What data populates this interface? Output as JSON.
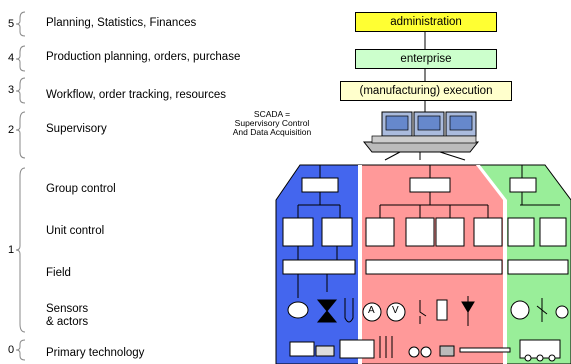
{
  "levels": [
    {
      "num": "5",
      "label": "Planning, Statistics, Finances"
    },
    {
      "num": "4",
      "label": "Production planning, orders, purchase"
    },
    {
      "num": "3",
      "label": "Workflow, order tracking, resources"
    },
    {
      "num": "2",
      "label": "Supervisory"
    },
    {
      "num": "1",
      "label": "Group control"
    },
    {
      "num": "",
      "label": "Unit control"
    },
    {
      "num": "",
      "label": "Field"
    },
    {
      "num": "",
      "label": "Sensors"
    },
    {
      "num": "",
      "label": "& actors"
    },
    {
      "num": "0",
      "label": "Primary technology"
    }
  ],
  "boxes": {
    "administration": "administration",
    "enterprise": "enterprise",
    "execution": "(manufacturing) execution"
  },
  "scada": {
    "line1": "SCADA =",
    "line2": "Supervisory Control",
    "line3": "And Data Acquisition"
  },
  "symbols": {
    "ammeter": "A",
    "voltmeter": "V"
  },
  "colors": {
    "administration": "#ffff33",
    "enterprise": "#ccffcc",
    "execution": "#ffffcc",
    "panel_blue": "#4466ee",
    "panel_pink": "#ff9999",
    "panel_green": "#99ee99",
    "monitor": "#6688cc"
  }
}
